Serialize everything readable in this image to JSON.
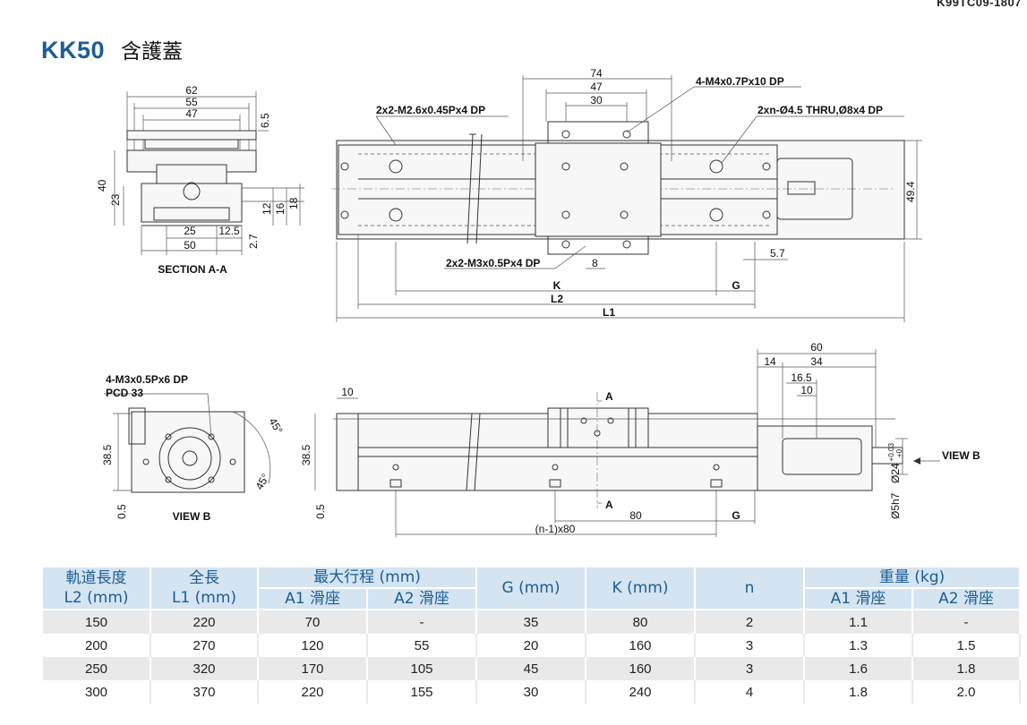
{
  "doc_id": "K99TC09-1807",
  "title": {
    "model": "KK50",
    "subtitle": "含護蓋"
  },
  "drawing": {
    "section": {
      "caption": "SECTION A-A",
      "dims": [
        "62",
        "55",
        "47",
        "6.5",
        "40",
        "23",
        "12",
        "16",
        "18",
        "25",
        "12.5",
        "50",
        "2.7"
      ]
    },
    "top_view": {
      "dims": [
        "74",
        "47",
        "30",
        "49.4",
        "5.7",
        "8",
        "K",
        "G",
        "L2",
        "L1"
      ],
      "callouts": [
        "4-M4x0.7Px10 DP",
        "2x2-M2.6x0.45Px4 DP",
        "2xn-Ø4.5 THRU,Ø8x4 DP",
        "2x2-M3x0.5Px4 DP"
      ]
    },
    "view_b": {
      "caption": "VIEW B",
      "callouts": [
        "4-M3x0.5Px6 DP",
        "PCD 33"
      ],
      "dims": [
        "38.5",
        "0.5",
        "45°",
        "45°"
      ]
    },
    "side_view": {
      "dims": [
        "10",
        "38.5",
        "0.5",
        "60",
        "14",
        "34",
        "16.5",
        "10",
        "A",
        "A",
        "80",
        "G",
        "(n-1)x80",
        "Ø5h7"
      ],
      "shaft_dim": {
        "main": "Ø24",
        "tol_upper": "+0.03",
        "tol_lower": "+0"
      },
      "view_label": "VIEW B"
    }
  },
  "table": {
    "head": {
      "l2": [
        "軌道長度",
        "L2 (mm)"
      ],
      "l1": [
        "全長",
        "L1 (mm)"
      ],
      "stroke": "最大行程 (mm)",
      "g": "G (mm)",
      "k": "K (mm)",
      "n": "n",
      "weight": "重量 (kg)",
      "a1": "A1 滑座",
      "a2": "A2 滑座"
    },
    "rows": [
      [
        "150",
        "220",
        "70",
        "-",
        "35",
        "80",
        "2",
        "1.1",
        "-"
      ],
      [
        "200",
        "270",
        "120",
        "55",
        "20",
        "160",
        "3",
        "1.3",
        "1.5"
      ],
      [
        "250",
        "320",
        "170",
        "105",
        "45",
        "160",
        "3",
        "1.6",
        "1.8"
      ],
      [
        "300",
        "370",
        "220",
        "155",
        "30",
        "240",
        "4",
        "1.8",
        "2.0"
      ]
    ]
  }
}
